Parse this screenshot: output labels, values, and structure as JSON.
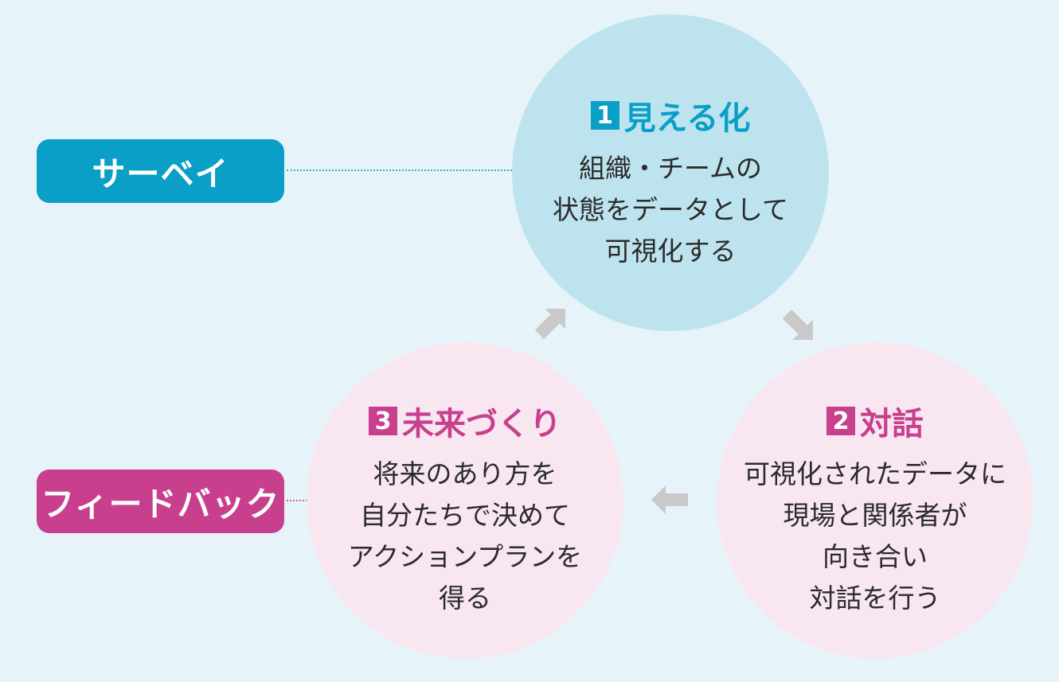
{
  "pills": {
    "survey": "サーベイ",
    "feedback": "フィードバック"
  },
  "steps": [
    {
      "number": "1",
      "title": "見える化",
      "lines": [
        "組織・チームの",
        "状態をデータとして",
        "可視化する"
      ]
    },
    {
      "number": "2",
      "title": "対話",
      "lines": [
        "可視化されたデータに",
        "現場と関係者が",
        "向き合い",
        "対話を行う"
      ]
    },
    {
      "number": "3",
      "title": "未来づくり",
      "lines": [
        "将来のあり方を",
        "自分たちで決めて",
        "アクションプランを",
        "得る"
      ]
    }
  ],
  "colors": {
    "background": "#e6f4f9",
    "blue": "#0a9fc7",
    "magenta": "#c83f8e",
    "blue_circle": "#bde3ee",
    "pink_circle": "#f8e6f1",
    "arrow": "#c9c9c9"
  },
  "icons": [
    "arrow-right-down-icon",
    "arrow-left-icon",
    "arrow-right-up-icon"
  ]
}
